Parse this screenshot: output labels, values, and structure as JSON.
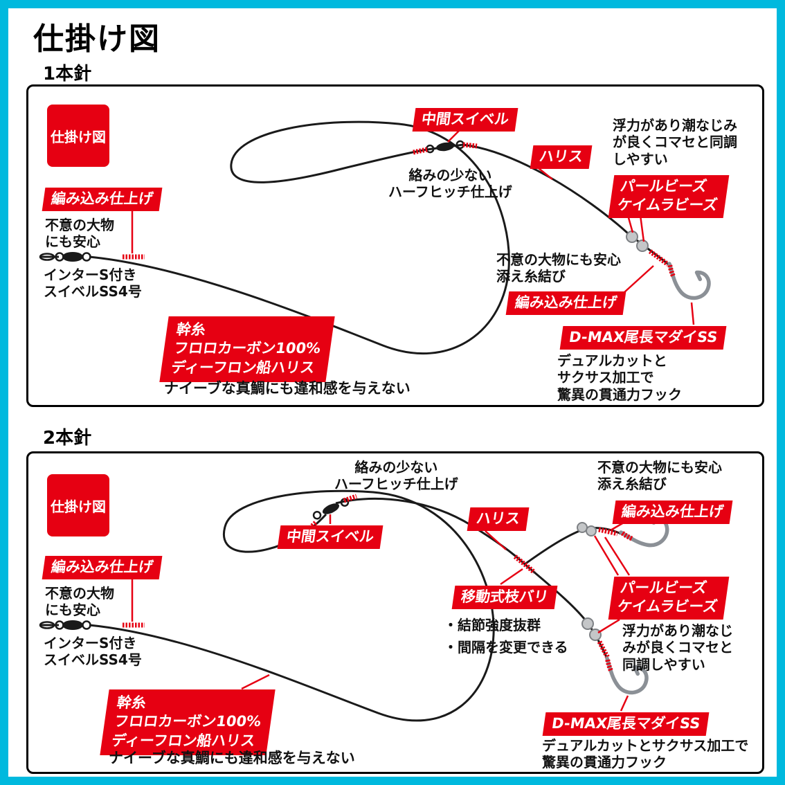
{
  "page": {
    "title": "仕掛け図"
  },
  "colors": {
    "accent_red": "#e60012",
    "frame_cyan": "#00b9de",
    "line_black": "#1a1a1a",
    "hook_gray": "#8b9096"
  },
  "diagram1": {
    "heading": "1本針",
    "badge": "仕掛け図",
    "mid_swivel_label": "中間スイベル",
    "half_hitch_note": "絡みの少ない\nハーフヒッチ仕上げ",
    "harisu_label": "ハリス",
    "buoyancy_note": "浮力があり潮なじみ\nが良くコマセと同調\nしやすい",
    "beads_label": "パールビーズ\nケイムラビーズ",
    "braid_left_label": "編み込み仕上げ",
    "braid_left_note": "不意の大物\nにも安心",
    "swivel_note": "インターS付き\nスイベルSS4号",
    "soe_note": "不意の大物にも安心\n添え糸結び",
    "braid_right_label": "編み込み仕上げ",
    "dmax_label": "D-MAX尾長マダイSS",
    "dmax_note": "デュアルカットと\nサクサス加工で\n驚異の貫通力フック",
    "trunk_label": "幹糸\nフロロカーボン100%\nディーフロン船ハリス",
    "naive_note": "ナイーブな真鯛にも違和感を与えない"
  },
  "diagram2": {
    "heading": "2本針",
    "badge": "仕掛け図",
    "half_hitch_note": "絡みの少ない\nハーフヒッチ仕上げ",
    "mid_swivel_label": "中間スイベル",
    "harisu_label": "ハリス",
    "soe_note": "不意の大物にも安心\n添え糸結び",
    "braid_right_label": "編み込み仕上げ",
    "beads_label": "パールビーズ\nケイムラビーズ",
    "buoyancy_note": "浮力があり潮なじ\nみが良くコマセと\n同調しやすい",
    "branch_label": "移動式枝バリ",
    "branch_note": "・結節強度抜群\n・間隔を変更できる",
    "braid_left_label": "編み込み仕上げ",
    "braid_left_note": "不意の大物\nにも安心",
    "swivel_note": "インターS付き\nスイベルSS4号",
    "trunk_label": "幹糸\nフロロカーボン100%\nディーフロン船ハリス",
    "naive_note": "ナイーブな真鯛にも違和感を与えない",
    "dmax_label": "D-MAX尾長マダイSS",
    "dmax_note": "デュアルカットとサクサス加工で\n驚異の貫通力フック"
  }
}
